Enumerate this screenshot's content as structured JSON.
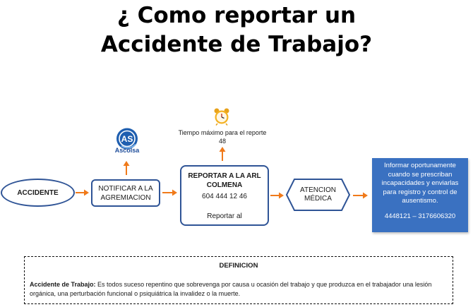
{
  "title": {
    "line1": "¿ Como reportar un",
    "line2": "Accidente de Trabajo?"
  },
  "nodes": {
    "accidente": "ACCIDENTE",
    "notificar": "NOTIFICAR A LA AGREMIACION",
    "reportar_title_1": "REPORTAR A LA ARL",
    "reportar_title_2": "COLMENA",
    "reportar_phone": "604 444 12 46",
    "reportar_al": "Reportar al",
    "atencion_1": "ATENCION",
    "atencion_2": "MÉDICA",
    "informar": "Informar oportunamente cuando se prescriban incapacidades y enviarlas para registro y control de ausentismo.",
    "informar_phone": "4448121 – 3176606320"
  },
  "logo": {
    "icon": "ascolsa-logo",
    "text": "Ascolsa"
  },
  "clock": {
    "icon": "alarm-clock-icon",
    "text": "Tiempo máximo para el reporte 48"
  },
  "definition": {
    "title": "DEFINICION",
    "term": "Accidente de Trabajo:",
    "text": "Es todos suceso repentino que sobrevenga por causa u ocasión del trabajo y que produzca en el trabajador una lesión orgánica, una perturbación funcional o psiquiátrica la invalidez o la muerte."
  },
  "colors": {
    "accent": "#f07a1a",
    "border": "#2f5496",
    "panel": "#3a71c1"
  }
}
